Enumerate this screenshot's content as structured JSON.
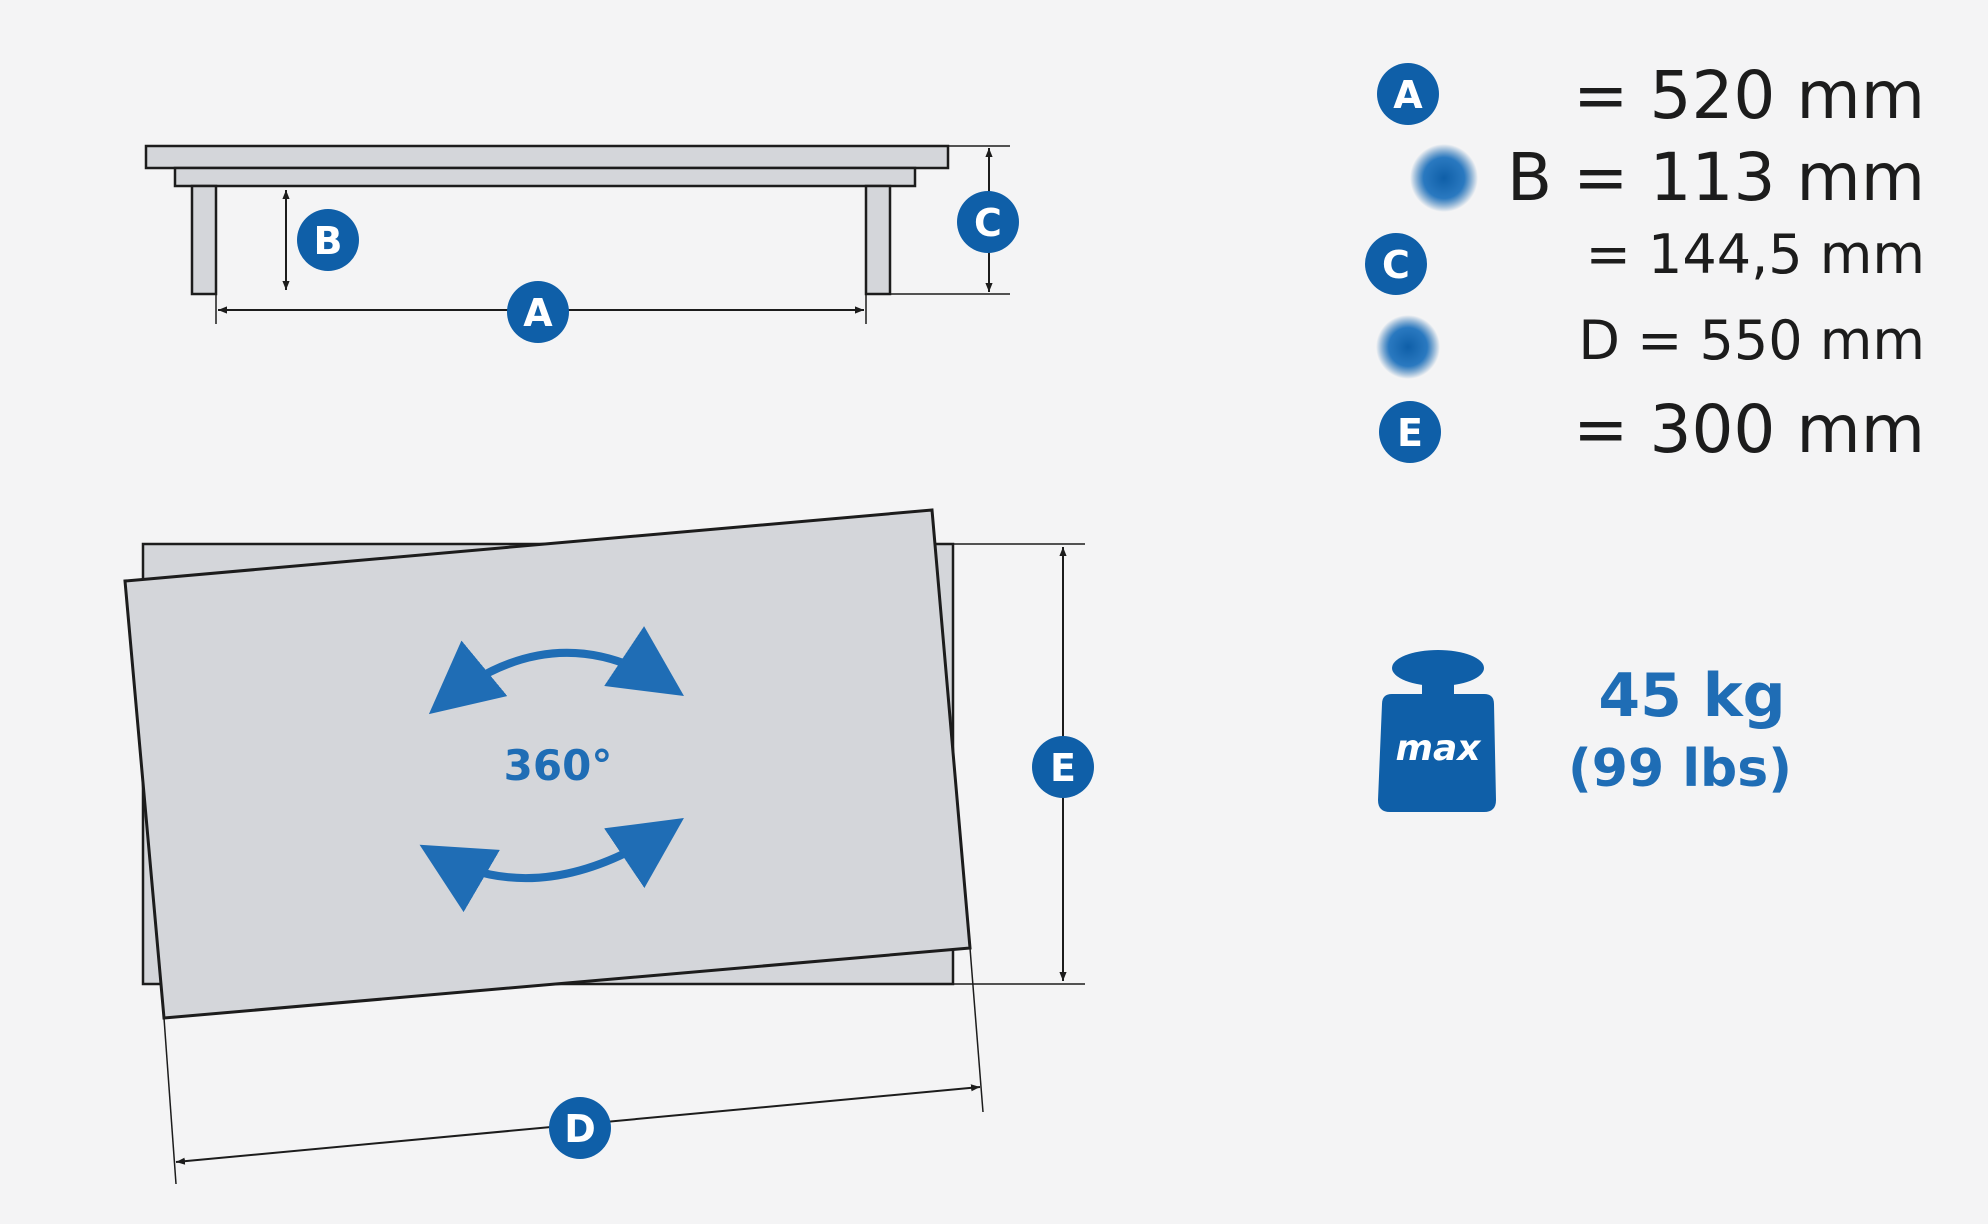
{
  "colors": {
    "accent": "#0f5fa8",
    "panel_fill": "#d4d6da",
    "outline": "#1c1c1c",
    "blue_text": "#1f6db5"
  },
  "labels": {
    "A": "A",
    "B": "B",
    "C": "C",
    "D": "D",
    "E": "E"
  },
  "dimensions": {
    "A": {
      "letter": "A",
      "value": "= 520 mm"
    },
    "B": {
      "letter": "",
      "value": "B = 113 mm"
    },
    "C": {
      "letter": "C",
      "value": "= 144,5 mm"
    },
    "D": {
      "letter": "",
      "value": "D = 550 mm"
    },
    "E": {
      "letter": "E",
      "value": "= 300 mm"
    }
  },
  "rotation": {
    "label": "360°"
  },
  "load": {
    "weight_badge": "max",
    "kg": "45 kg",
    "lbs": "(99 lbs)"
  }
}
